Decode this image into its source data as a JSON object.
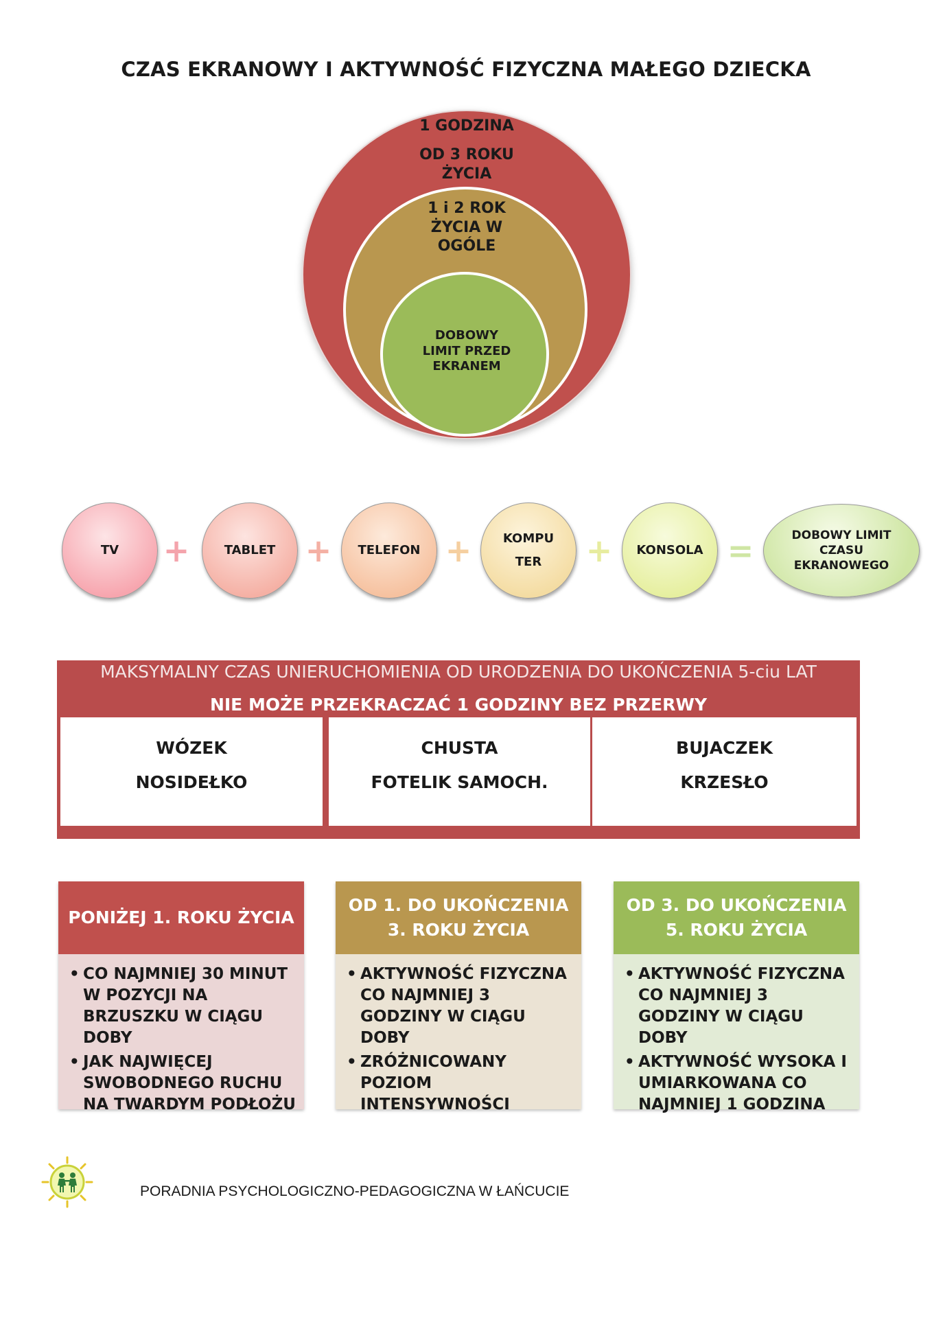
{
  "title": "CZAS EKRANOWY I AKTYWNOŚĆ FIZYCZNA MAŁEGO DZIECKA",
  "circles": {
    "outer_top": "1 GODZINA",
    "outer_bottom": "OD 3 ROKU\nŻYCIA",
    "middle": "1 i 2 ROK\nŻYCIA W\nOGÓLE",
    "inner": "DOBOWY\nLIMIT  PRZED\nEKRANEM",
    "colors": {
      "outer": "#c0504d",
      "middle": "#b9974f",
      "inner": "#9bbb59"
    }
  },
  "equation": {
    "items": [
      "TV",
      "TABLET",
      "TELEFON",
      "KOMPU\nTER",
      "KONSOLA"
    ],
    "plus": "+",
    "equals": "=",
    "result": "DOBOWY LIMIT\nCZASU\nEKRANOWEGO"
  },
  "immobilization": {
    "heading": "MAKSYMALNY CZAS UNIERUCHOMIENIA OD URODZENIA DO UKOŃCZENIA 5-ciu LAT",
    "subheading": "NIE MOŻE PRZEKRACZAĆ 1 GODZINY BEZ PRZERWY",
    "columns": [
      "WÓZEK\nNOSIDEŁKO",
      "CHUSTA\nFOTELIK SAMOCH.",
      "BUJACZEK\nKRZESŁO"
    ],
    "color": "#b94c4c"
  },
  "age_groups": [
    {
      "header": "PONIŻEJ 1. ROKU ŻYCIA",
      "bullets": [
        "CO NAJMNIEJ 30 MINUT W POZYCJI NA BRZUSZKU W CIĄGU DOBY",
        "JAK NAJWIĘCEJ SWOBODNEGO RUCHU NA TWARDYM PODŁOŻU"
      ]
    },
    {
      "header": "OD 1. DO UKOŃCZENIA\n3. ROKU ŻYCIA",
      "bullets": [
        "AKTYWNOŚĆ FIZYCZNA CO NAJMNIEJ 3 GODZINY W CIĄGU DOBY",
        "ZRÓŻNICOWANY POZIOM INTENSYWNOŚCI"
      ]
    },
    {
      "header": "OD 3. DO UKOŃCZENIA\n5. ROKU ŻYCIA",
      "bullets": [
        "AKTYWNOŚĆ FIZYCZNA CO NAJMNIEJ 3 GODZINY W CIĄGU DOBY",
        "AKTYWNOŚĆ  WYSOKA  I UMIARKOWANA CO NAJMNIEJ 1 GODZINA"
      ]
    }
  ],
  "footer": {
    "logo_icon": "children-sun-logo",
    "text": "PORADNIA PSYCHOLOGICZNO-PEDAGOGICZNA W ŁAŃCUCIE"
  }
}
